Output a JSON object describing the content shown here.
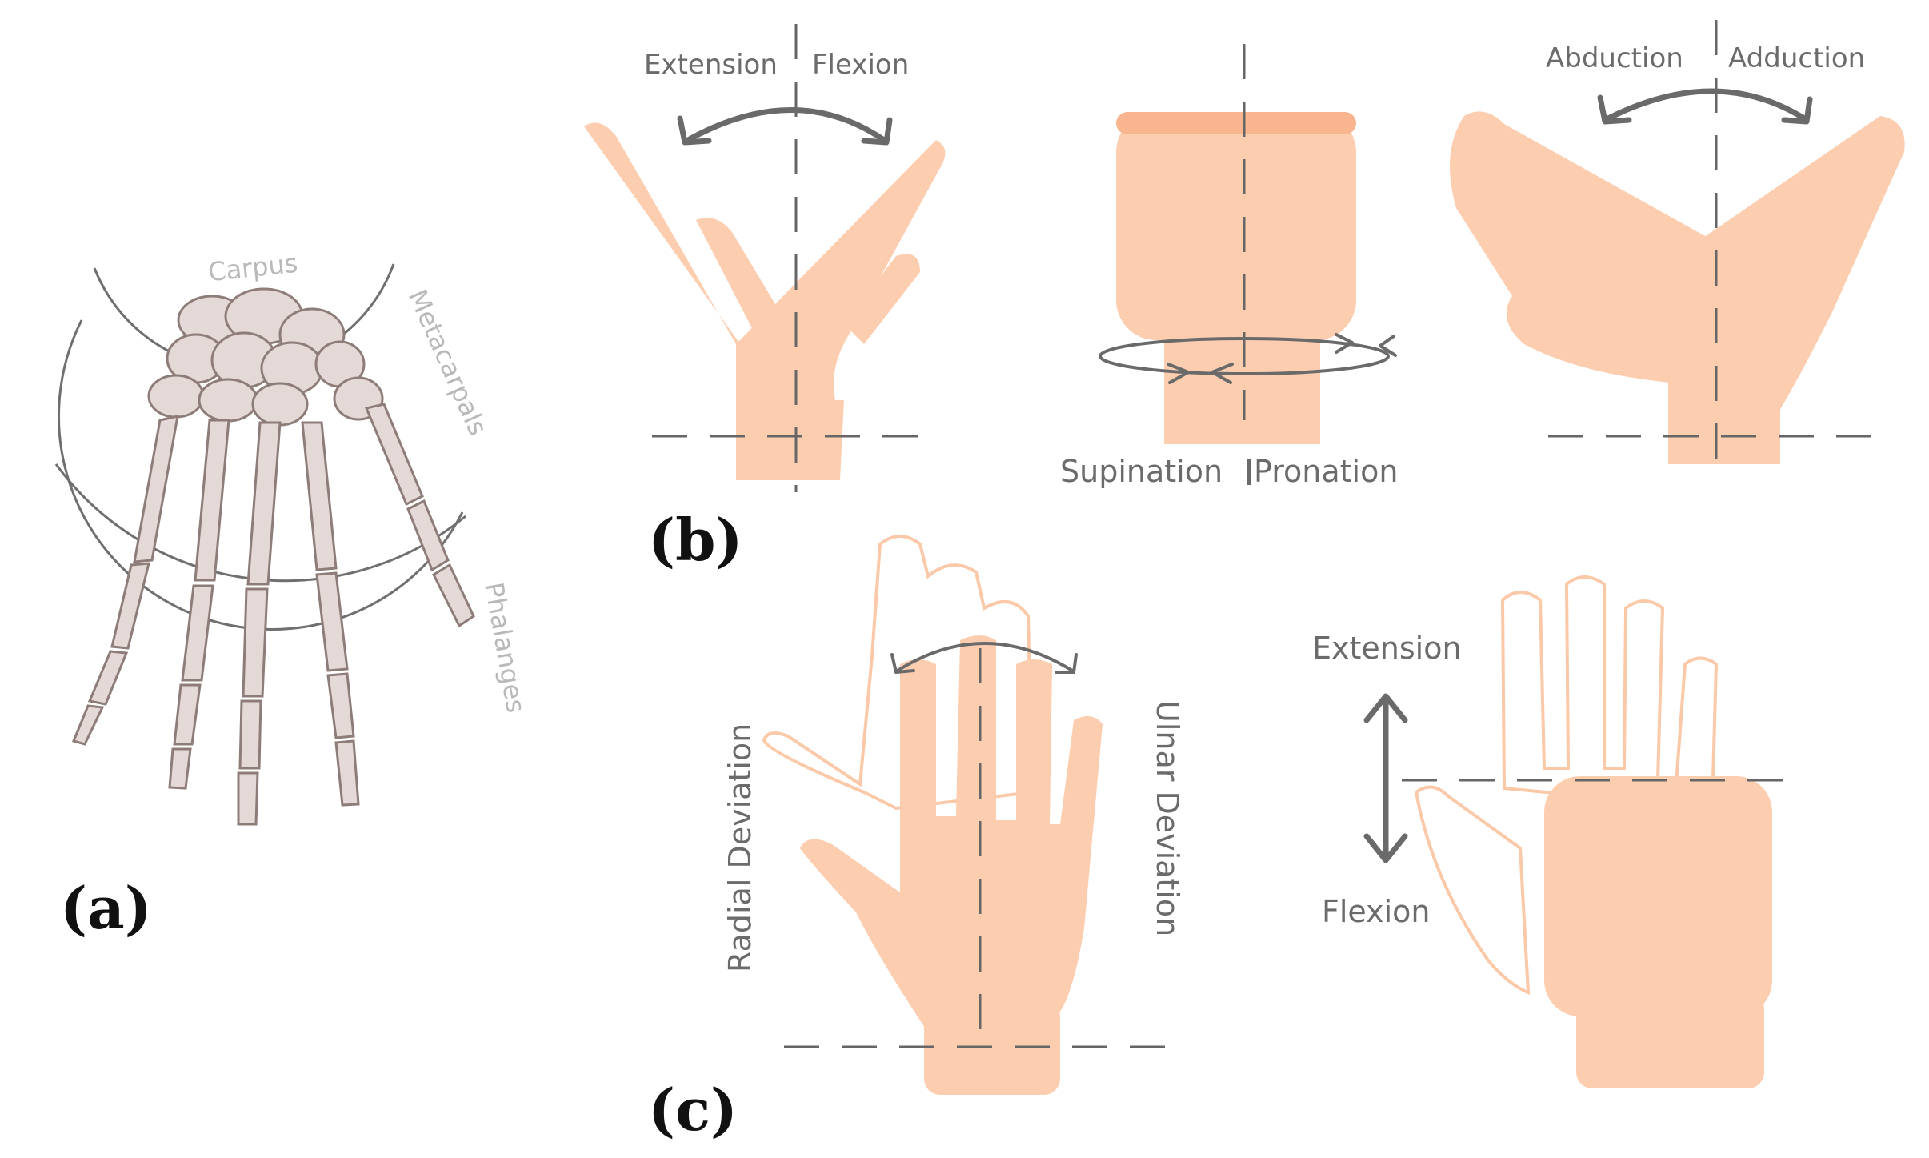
{
  "panels": {
    "a": "(a)",
    "b": "(b)",
    "c": "(c)"
  },
  "skeleton_labels": {
    "carpus": "Carpus",
    "metacarpals": "Metacarpals",
    "phalanges": "Phalanges"
  },
  "panel_b": {
    "flexion_extension": {
      "left": "Extension",
      "right": "Flexion"
    },
    "rotation": {
      "left": "Supination",
      "right": "Pronation"
    },
    "abduction_adduction": {
      "left": "Abduction",
      "right": "Adduction"
    }
  },
  "panel_c": {
    "deviation": {
      "left": "Radial  Deviation",
      "right": "Ulnar Deviation"
    },
    "finger_motion": {
      "top": "Extension",
      "bottom": "Flexion"
    }
  },
  "colors": {
    "skin": "#fdcdb0",
    "skin_shadow": "#f9b58f",
    "arrow": "#6a6a6a",
    "bone": "#e4d9d6"
  }
}
